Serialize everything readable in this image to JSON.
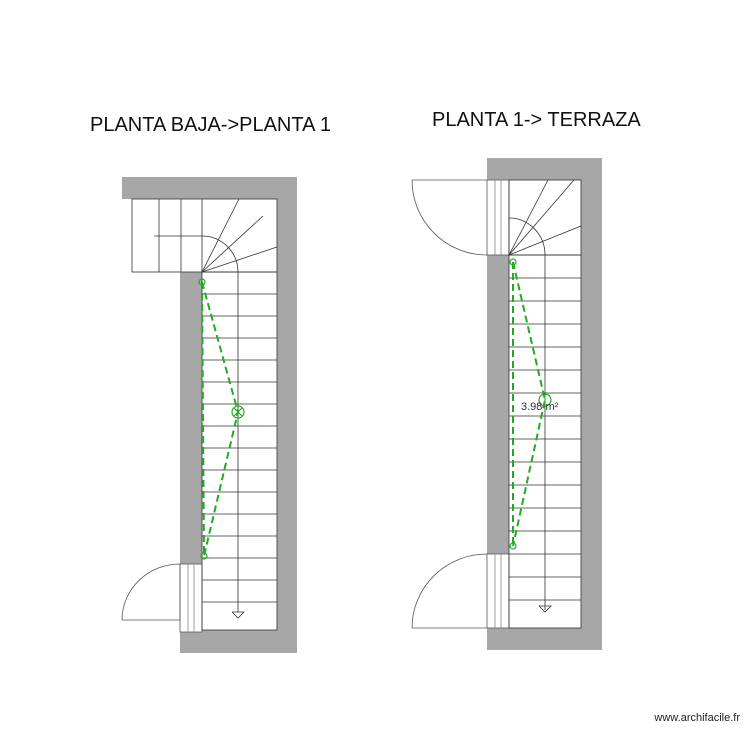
{
  "titles": {
    "left": "PLANTA BAJA->PLANTA 1",
    "right": "PLANTA 1-> TERRAZA"
  },
  "area_label": "3.98 m²",
  "watermark": "www.archifacile.fr",
  "colors": {
    "wall": "#a7a7a7",
    "line": "#333333",
    "path": "#22aa22"
  }
}
